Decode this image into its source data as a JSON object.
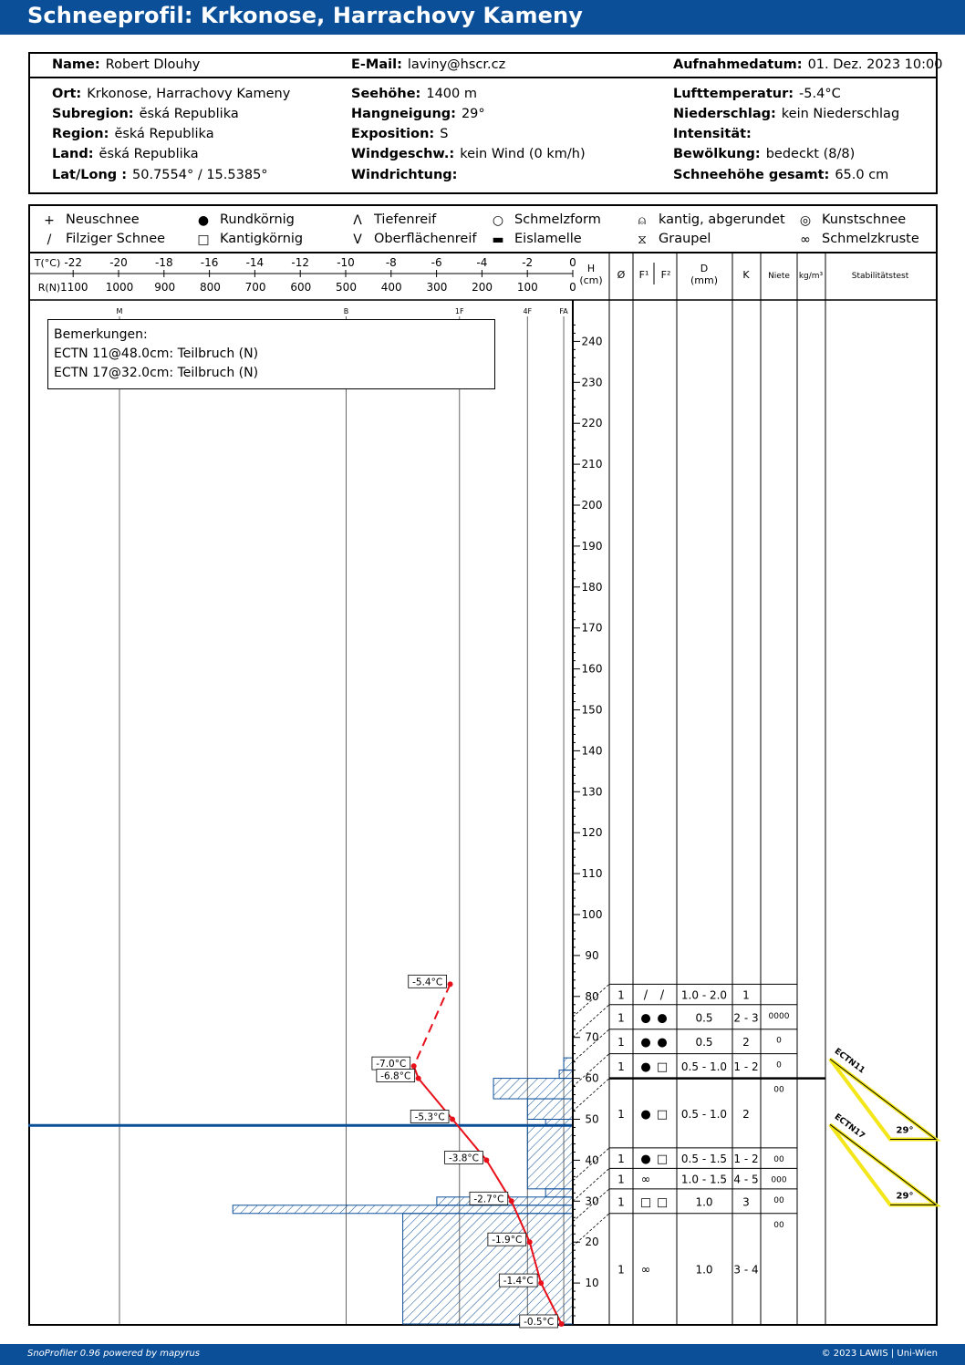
{
  "title": "Schneeprofil: Krkonose, Harrachovy Kameny",
  "header": {
    "name_label": "Name:",
    "name": "Robert Dlouhy",
    "email_label": "E-Mail:",
    "email": "laviny@hscr.cz",
    "date_label": "Aufnahmedatum:",
    "date": "01. Dez. 2023 10:00",
    "ort_label": "Ort:",
    "ort": "Krkonose, Harrachovy Kameny",
    "subregion_label": "Subregion:",
    "subregion": "ĕská Republika",
    "region_label": "Region:",
    "region": "ĕská Republika",
    "land_label": "Land:",
    "land": "ĕská Republika",
    "latlong_label": "Lat/Long :",
    "latlong": "50.7554° / 15.5385°",
    "seehoehe_label": "Seehöhe:",
    "seehoehe": "1400 m",
    "hangneigung_label": "Hangneigung:",
    "hangneigung": "29°",
    "exposition_label": "Exposition:",
    "exposition": "S",
    "wind_label": "Windgeschw.:",
    "wind": "kein Wind (0 km/h)",
    "windrichtung_label": "Windrichtung:",
    "windrichtung": "",
    "lufttemp_label": "Lufttemperatur:",
    "lufttemp": "-5.4°C",
    "niederschlag_label": "Niederschlag:",
    "niederschlag": "kein Niederschlag",
    "intensitaet_label": "Intensität:",
    "intensitaet": "",
    "bewoelkung_label": "Bewölkung:",
    "bewoelkung": "bedeckt (8/8)",
    "schneehoehe_label": "Schneehöhe gesamt:",
    "schneehoehe": "65.0 cm"
  },
  "legend": [
    {
      "symbol": "+",
      "label": "Neuschnee"
    },
    {
      "symbol": "●",
      "label": "Rundkörnig"
    },
    {
      "symbol": "Λ",
      "label": "Tiefenreif"
    },
    {
      "symbol": "○",
      "label": "Schmelzform"
    },
    {
      "symbol": "⍝",
      "label": "kantig, abgerundet"
    },
    {
      "symbol": "◎",
      "label": "Kunstschnee"
    },
    {
      "symbol": "/",
      "label": "Filziger Schnee"
    },
    {
      "symbol": "□",
      "label": "Kantigkörnig"
    },
    {
      "symbol": "V",
      "label": "Oberflächenreif"
    },
    {
      "symbol": "▬",
      "label": "Eislamelle"
    },
    {
      "symbol": "⧖",
      "label": "Graupel"
    },
    {
      "symbol": "∞",
      "label": "Schmelzkruste"
    }
  ],
  "columns": {
    "h": "H",
    "h_unit": "(cm)",
    "phi": "Ø",
    "f1": "F¹",
    "f2": "F²",
    "d": "D",
    "d_unit": "(mm)",
    "k": "K",
    "niete": "Niete",
    "density": "kg/m³",
    "stab": "Stabilitätstest"
  },
  "remarks": {
    "title": "Bemerkungen:",
    "lines": [
      "ECTN 11@48.0cm: Teilbruch (N)",
      "ECTN 17@32.0cm: Teilbruch (N)"
    ]
  },
  "footer": {
    "left": "SnoProfiler 0.96 powered by mapyrus",
    "right": "© 2023 LAWIS | Uni-Wien"
  },
  "chart_data": {
    "type": "snow-profile",
    "temp_axis": {
      "label": "T(°C)",
      "ticks": [
        -22,
        -20,
        -18,
        -16,
        -14,
        -12,
        -10,
        -8,
        -6,
        -4,
        -2,
        0
      ]
    },
    "resistance_axis": {
      "label": "R(N)",
      "ticks": [
        1100,
        1000,
        900,
        800,
        700,
        600,
        500,
        400,
        300,
        200,
        100,
        0
      ]
    },
    "hardness_labels": [
      {
        "label": "M",
        "value": 1000
      },
      {
        "label": "B",
        "value": 500
      },
      {
        "label": "1F",
        "value": 250
      },
      {
        "label": "4F",
        "value": 100
      },
      {
        "label": "FA",
        "value": 20
      }
    ],
    "height_axis": {
      "ylim": [
        0,
        245
      ],
      "ticks": [
        10,
        20,
        30,
        40,
        50,
        60,
        70,
        80,
        90,
        100,
        110,
        120,
        130,
        140,
        150,
        160,
        170,
        180,
        190,
        200,
        210,
        220,
        230,
        240
      ]
    },
    "temperatures": [
      {
        "h": 83,
        "t": -5.4,
        "label": "-5.4°C",
        "air": true
      },
      {
        "h": 63,
        "t": -7.0,
        "label": "-7.0°C"
      },
      {
        "h": 60,
        "t": -6.8,
        "label": "-6.8°C"
      },
      {
        "h": 50,
        "t": -5.3,
        "label": "-5.3°C"
      },
      {
        "h": 40,
        "t": -3.8,
        "label": "-3.8°C"
      },
      {
        "h": 30,
        "t": -2.7,
        "label": "-2.7°C"
      },
      {
        "h": 20,
        "t": -1.9,
        "label": "-1.9°C"
      },
      {
        "h": 10,
        "t": -1.4,
        "label": "-1.4°C"
      },
      {
        "h": 0,
        "t": -0.5,
        "label": "-0.5°C"
      }
    ],
    "hardness_layers": [
      {
        "from": 62,
        "to": 65,
        "r": 20
      },
      {
        "from": 60,
        "to": 62,
        "r": 30
      },
      {
        "from": 55,
        "to": 60,
        "r": 175
      },
      {
        "from": 50,
        "to": 55,
        "r": 100
      },
      {
        "from": 48.5,
        "to": 50,
        "r": 60
      },
      {
        "from": 33,
        "to": 48.5,
        "r": 100
      },
      {
        "from": 31,
        "to": 33,
        "r": 60
      },
      {
        "from": 29,
        "to": 31,
        "r": 300
      },
      {
        "from": 27,
        "to": 29,
        "r": 750
      },
      {
        "from": 0,
        "to": 27,
        "r": 375
      }
    ],
    "ram_marker_h": 48.5,
    "layers": [
      {
        "top": 83,
        "bottom": 78,
        "phi": "1",
        "f1": "/",
        "f2": "/",
        "d": "1.0 - 2.0",
        "k": "1",
        "niete": ""
      },
      {
        "top": 78,
        "bottom": 72,
        "phi": "1",
        "f1": "●",
        "f2": "●",
        "d": "0.5",
        "k": "2 - 3",
        "niete": "0000"
      },
      {
        "top": 72,
        "bottom": 66,
        "phi": "1",
        "f1": "●",
        "f2": "●",
        "d": "0.5",
        "k": "2",
        "niete": "0"
      },
      {
        "top": 66,
        "bottom": 60,
        "phi": "1",
        "f1": "●",
        "f2": "□",
        "d": "0.5 - 1.0",
        "k": "1 - 2",
        "niete": "0"
      },
      {
        "top": 60,
        "bottom": 43,
        "phi": "1",
        "f1": "●",
        "f2": "□",
        "d": "0.5 - 1.0",
        "k": "2",
        "niete": "00"
      },
      {
        "top": 43,
        "bottom": 38,
        "phi": "1",
        "f1": "●",
        "f2": "□",
        "d": "0.5 - 1.5",
        "k": "1 - 2",
        "niete": "00"
      },
      {
        "top": 38,
        "bottom": 33,
        "phi": "1",
        "f1": "∞",
        "f2": "",
        "d": "1.0 - 1.5",
        "k": "4 - 5",
        "niete": "000"
      },
      {
        "top": 33,
        "bottom": 27,
        "phi": "1",
        "f1": "□",
        "f2": "□",
        "d": "1.0",
        "k": "3",
        "niete": "00"
      },
      {
        "top": 27,
        "bottom": 0,
        "phi": "1",
        "f1": "∞",
        "f2": "",
        "d": "1.0",
        "k": "3 - 4",
        "niete": "00"
      }
    ],
    "stability_tests": [
      {
        "name": "ECTN11",
        "h": 48,
        "angle": "29°"
      },
      {
        "name": "ECTN17",
        "h": 32,
        "angle": "29°"
      }
    ]
  }
}
